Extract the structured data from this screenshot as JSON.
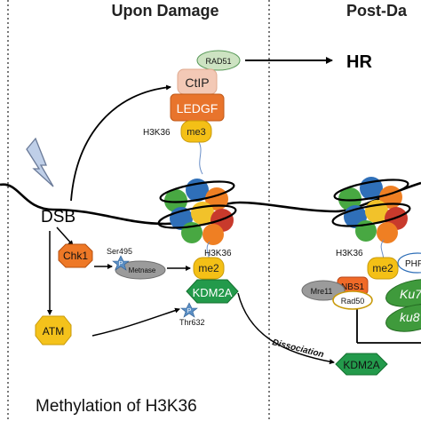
{
  "headings": {
    "left": "Upon Damage",
    "right": "Post-Da"
  },
  "labels": {
    "dsb": "DSB",
    "hr": "HR",
    "rad51": "RAD51",
    "ctip": "CtIP",
    "ledgf": "LEDGF",
    "h3k36_top": "H3K36",
    "me3": "me3",
    "chk1": "Chk1",
    "ser495": "Ser495",
    "p_metnase": "P",
    "metnase": "Metnase",
    "h3k36_mid": "H3K36",
    "me2_left": "me2",
    "kdm2a_left": "KDM2A",
    "p_kdm2a": "P",
    "thr632": "Thr632",
    "atm": "ATM",
    "dissociation": "Dissociation",
    "kdm2a_bottom": "KDM2A",
    "h3k36_right": "H3K36",
    "me2_right": "me2",
    "phf": "PHF",
    "nbs1": "NBS1",
    "mre11": "Mre11",
    "rad50": "Rad50",
    "ku7": "Ku7",
    "ku8": "ku8",
    "bottom_caption": "Methylation of H3K36"
  },
  "colors": {
    "ctip": "#f3c9b6",
    "ledgf": "#e8742c",
    "me_yellow": "#f4c016",
    "rad51": "#cde3c2",
    "kdm2a": "#239a4b",
    "chk1": "#ee7826",
    "phospho": "#5a8ec4",
    "metnase": "#9b9b9b",
    "atm": "#f4c21b",
    "ku": "#3f9a3c",
    "nbs1": "#f06a28",
    "mre11": "#9b9b9b",
    "rad50": "#ffffff",
    "phf": "#ffffff",
    "nuc_blue": "#2f6fb8",
    "nuc_green": "#48a842",
    "nuc_orange": "#ef7f23",
    "nuc_red": "#c83a2c",
    "nuc_yellow": "#f2c22a"
  },
  "icons": {
    "lightning": "lightning-bolt-icon"
  }
}
